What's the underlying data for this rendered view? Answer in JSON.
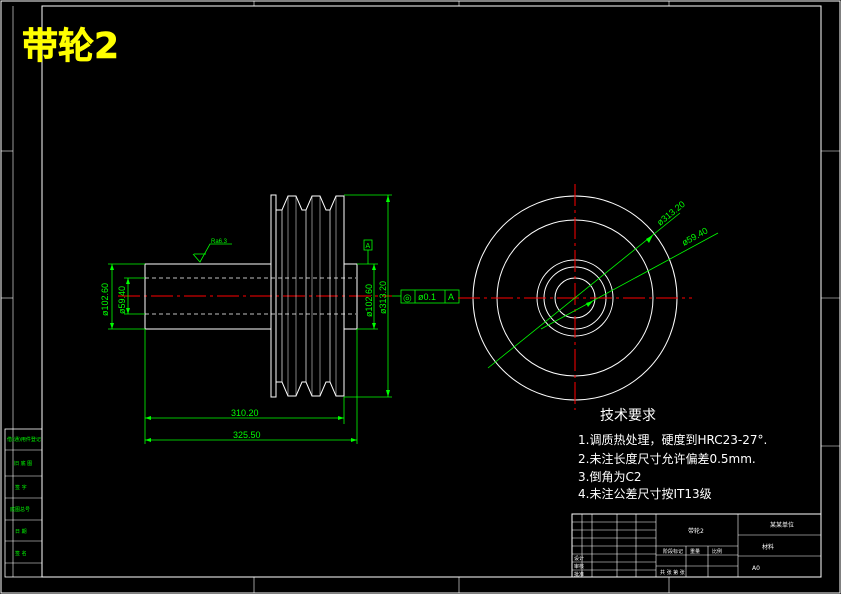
{
  "title": "带轮2",
  "colors": {
    "background": "#000000",
    "outline": "#ffffff",
    "dimension": "#00ff00",
    "center_line": "#ff0000",
    "title_text": "#ffff00",
    "frame": "#ffffff"
  },
  "side_view": {
    "dimensions": {
      "bore_dia": "ø59.40",
      "shaft_dia_left": "ø102.60",
      "shaft_dia_right": "ø102.60",
      "outer_dia": "ø313.20",
      "length_inner": "310.20",
      "length_total": "325.50"
    },
    "roughness": "Ra6.3",
    "datum_label": "A",
    "tolerance": {
      "symbol": "◎",
      "value": "ø0.1",
      "datum": "A"
    }
  },
  "front_view": {
    "dimensions": {
      "outer_dia": "ø313.20",
      "bore_dia": "ø59.40"
    }
  },
  "technical_requirements": {
    "heading": "技术要求",
    "items": [
      "1.调质热处理，硬度到HRC23-27°.",
      "2.未注长度尺寸允许偏差0.5mm.",
      "3.倒角为C2",
      "4.未注公差尺寸按IT13级"
    ]
  },
  "side_table": {
    "rows": [
      "借(通)用件登记",
      "旧 底 图",
      "签 字",
      "底图总号",
      "日 期",
      "签 名"
    ]
  },
  "title_block": {
    "drawing_name": "带轮2",
    "company": "某某单位",
    "material": "材料",
    "scale_label": "比例",
    "sheet_label": "共 张 第 张",
    "designer": "设计",
    "reviewer": "审核",
    "approver": "批准",
    "stage_label": "阶段标记",
    "weight_label": "重量",
    "code": "A0"
  }
}
